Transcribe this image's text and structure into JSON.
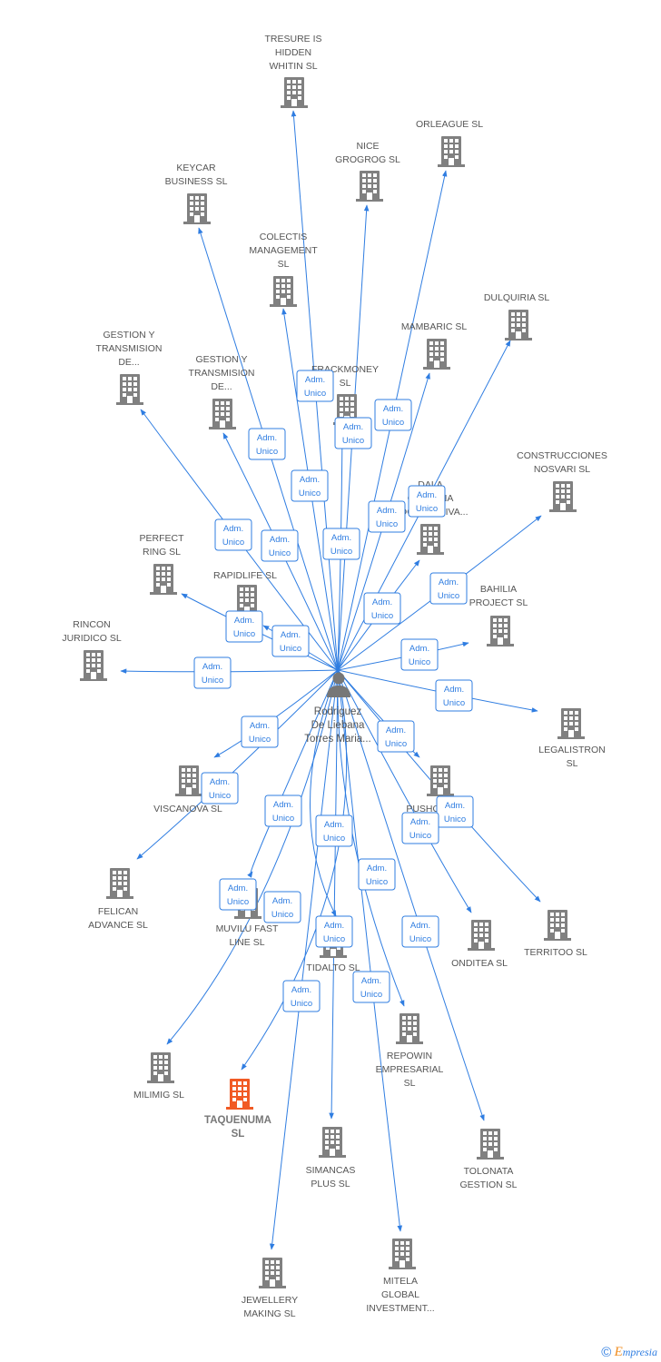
{
  "colors": {
    "edge": "#2f7de1",
    "building": "#808080",
    "building_highlight": "#f15a24",
    "person": "#777777",
    "label": "#555555"
  },
  "center": {
    "lines": [
      "Rodriguez",
      "De Liebana",
      "Torres Maria..."
    ],
    "icon": "person-icon"
  },
  "relation_label": [
    "Adm.",
    "Unico"
  ],
  "companies": [
    {
      "id": "tresure-is-hidden-whitin",
      "lines": [
        "TRESURE IS",
        "HIDDEN",
        "WHITIN  SL"
      ]
    },
    {
      "id": "orleague",
      "lines": [
        "ORLEAGUE  SL"
      ]
    },
    {
      "id": "nice-grogrog",
      "lines": [
        "NICE",
        "GROGROG  SL"
      ]
    },
    {
      "id": "keycar-business",
      "lines": [
        "KEYCAR",
        "BUSINESS  SL"
      ]
    },
    {
      "id": "colectis-management",
      "lines": [
        "COLECTIS",
        "MANAGEMENT",
        "SL"
      ]
    },
    {
      "id": "dulquiria",
      "lines": [
        "DULQUIRIA  SL"
      ]
    },
    {
      "id": "mambaric",
      "lines": [
        "MAMBARIC  SL"
      ]
    },
    {
      "id": "gestion-y-transmision-1",
      "lines": [
        "GESTION Y",
        "TRANSMISION",
        "DE..."
      ]
    },
    {
      "id": "gestion-y-transmision-2",
      "lines": [
        "GESTION Y",
        "TRANSMISION",
        "DE..."
      ]
    },
    {
      "id": "frackmoney",
      "lines": [
        "FRACKMONEY",
        "SL"
      ]
    },
    {
      "id": "construcciones-nosvari",
      "lines": [
        "CONSTRUCCIONES",
        "NOSVARI SL"
      ]
    },
    {
      "id": "dala-cooperativa",
      "lines": [
        "DALA",
        "CALLIANA",
        "COOPERATIVA..."
      ]
    },
    {
      "id": "perfect-ring",
      "lines": [
        "PERFECT",
        "RING  SL"
      ]
    },
    {
      "id": "rapidlife",
      "lines": [
        "RAPIDLIFE  SL"
      ]
    },
    {
      "id": "bahilia-project",
      "lines": [
        "BAHILIA",
        "PROJECT  SL"
      ]
    },
    {
      "id": "rincon-juridico",
      "lines": [
        "RINCON",
        "JURIDICO SL"
      ]
    },
    {
      "id": "legalistron",
      "lines": [
        "LEGALISTRON",
        "SL"
      ]
    },
    {
      "id": "viscanova",
      "lines": [
        "VISCANOVA  SL"
      ]
    },
    {
      "id": "pusho",
      "lines": [
        "PUSHO",
        "SL"
      ]
    },
    {
      "id": "felican-advance",
      "lines": [
        "FELICAN",
        "ADVANCE  SL"
      ]
    },
    {
      "id": "territoo",
      "lines": [
        "TERRITOO  SL"
      ]
    },
    {
      "id": "onditea",
      "lines": [
        "ONDITEA  SL"
      ]
    },
    {
      "id": "muvilu-fast-line",
      "lines": [
        "MUVILU FAST",
        "LINE  SL"
      ]
    },
    {
      "id": "tidalto",
      "lines": [
        "TIDALTO  SL"
      ]
    },
    {
      "id": "repowin-empresarial",
      "lines": [
        "REPOWIN",
        "EMPRESARIAL",
        "SL"
      ]
    },
    {
      "id": "milimig",
      "lines": [
        "MILIMIG  SL"
      ]
    },
    {
      "id": "taquenuma",
      "lines": [
        "TAQUENUMA",
        "SL"
      ],
      "highlighted": true
    },
    {
      "id": "simancas-plus",
      "lines": [
        "SIMANCAS",
        "PLUS  SL"
      ]
    },
    {
      "id": "tolonata-gestion",
      "lines": [
        "TOLONATA",
        "GESTION  SL"
      ]
    },
    {
      "id": "jewellery-making",
      "lines": [
        "JEWELLERY",
        "MAKING  SL"
      ]
    },
    {
      "id": "mitela-global-investment",
      "lines": [
        "MITELA",
        "GLOBAL",
        "INVESTMENT..."
      ]
    }
  ],
  "footer": {
    "copyright_symbol": "©",
    "brand_initial": "E",
    "brand_rest": "mpresia"
  }
}
